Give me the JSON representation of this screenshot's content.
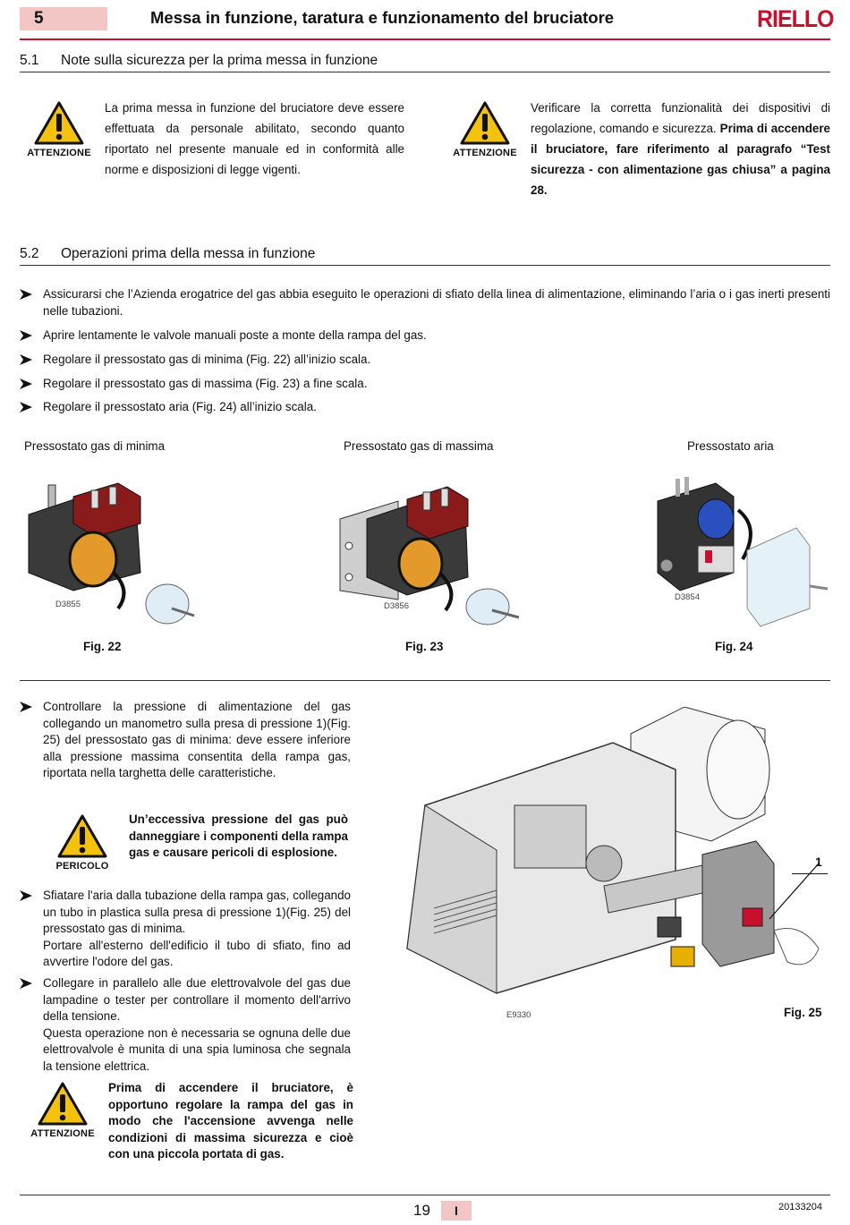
{
  "header": {
    "chapter_number": "5",
    "chapter_title": "Messa in funzione, taratura e funzionamento del bruciatore",
    "brand": "RIELLO"
  },
  "section_1": {
    "number": "5.1",
    "title": "Note sulla sicurezza per la prima messa in funzione",
    "warning_left": {
      "label": "ATTENZIONE",
      "text": "La prima messa in funzione del bruciatore deve essere effettuata da personale abilitato, secondo quanto riportato nel presente manuale ed in conformità alle norme e disposizioni di legge vigenti."
    },
    "warning_right": {
      "label": "ATTENZIONE",
      "text": "Verificare la corretta funzionalità dei dispositivi di regolazione, comando e sicurezza.",
      "bold_text": "Prima di accendere il bruciatore, fare riferimento al paragrafo “Test sicurezza - con alimentazione gas chiusa” a pagina 28."
    }
  },
  "section_2": {
    "number": "5.2",
    "title": "Operazioni prima della messa in funzione",
    "bullets": [
      "Assicurarsi che l’Azienda erogatrice del gas abbia eseguito le operazioni di sfiato della linea di alimentazione, eliminando l’aria o i gas inerti presenti nelle tubazioni.",
      "Aprire lentamente le valvole manuali poste a monte della rampa del gas.",
      "Regolare il pressostato gas di minima (Fig. 22) all’inizio scala.",
      "Regolare il pressostato gas di massima (Fig. 23) a fine scala.",
      "Regolare il pressostato aria (Fig. 24) all’inizio scala."
    ]
  },
  "figures": [
    {
      "label": "Pressostato gas di minima",
      "code": "D3855",
      "fig": "Fig. 22"
    },
    {
      "label": "Pressostato gas di massima",
      "code": "D3856",
      "fig": "Fig. 23"
    },
    {
      "label": "Pressostato aria",
      "code": "D3854",
      "fig": "Fig. 24"
    }
  ],
  "lower": {
    "bullet_1": "Controllare la pressione di alimentazione del gas collegando un manometro sulla presa di pressione 1)(Fig. 25) del pressostato gas di minima: deve essere inferiore alla pressione massima consentita della rampa gas, riportata nella targhetta delle caratteristiche.",
    "danger": {
      "label": "PERICOLO",
      "text": "Un’eccessiva pressione del gas può danneggiare i componenti della rampa gas e causare pericoli di esplosione."
    },
    "bullet_2a": "Sfiatare l'aria dalla tubazione della rampa gas, collegando un tubo in plastica sulla presa di pressione 1)(Fig. 25) del pressostato gas di minima.",
    "bullet_2b": "Portare all'esterno dell'edificio il tubo di sfiato, fino ad avvertire l'odore del gas.",
    "bullet_3a": "Collegare in parallelo alle due elettrovalvole del gas due lampadine o tester per controllare il momento dell'arrivo della tensione.",
    "bullet_3b": "Questa operazione non è necessaria se ognuna delle due elettrovalvole è munita di una spia luminosa che segnala la tensione elettrica.",
    "warning": {
      "label": "ATTENZIONE",
      "text": "Prima di accendere il bruciatore, è opportuno regolare la rampa del gas in modo che l'accensione avvenga nelle condizioni di massima sicurezza e cioè con una piccola portata di gas."
    },
    "figure": {
      "code": "E9330",
      "fig": "Fig. 25",
      "callout": "1"
    }
  },
  "footer": {
    "page_number": "19",
    "language": "I",
    "doc_code": "20133204"
  }
}
